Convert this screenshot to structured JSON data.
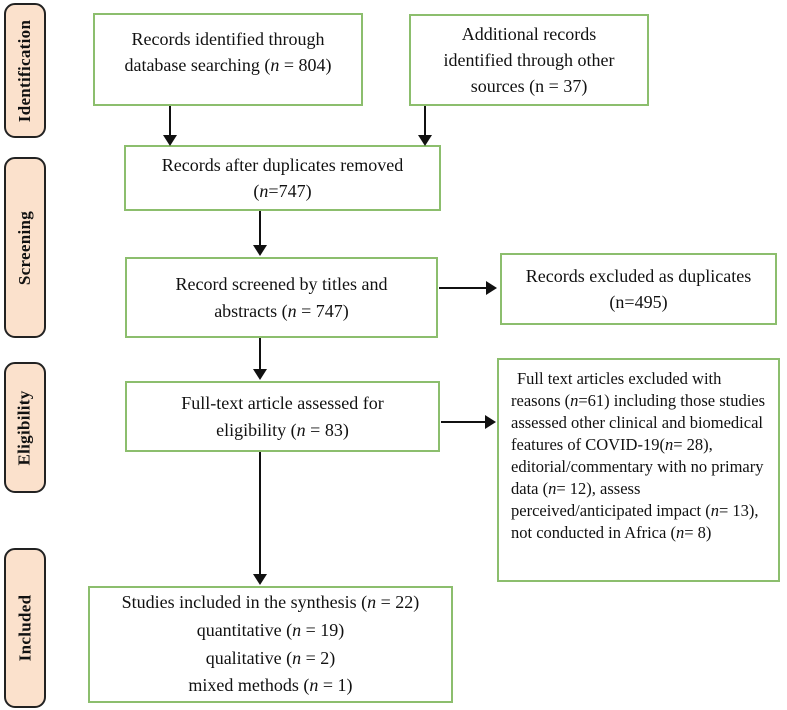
{
  "stages": [
    {
      "label": "Identification"
    },
    {
      "label": "Screening"
    },
    {
      "label": "Eligibility"
    },
    {
      "label": "Included"
    }
  ],
  "boxes": {
    "identified": {
      "lines": [
        "Records identified through",
        "database searching (n = 804)"
      ],
      "italic_n": true
    },
    "additional_sources": {
      "lines": [
        "Additional records",
        "identified through other",
        "sources (n = 37)"
      ],
      "italic_n": false
    },
    "after_duplicates": {
      "lines": [
        "Records after duplicates removed",
        "(n=747)"
      ],
      "italic_n": true
    },
    "screened": {
      "lines": [
        "Record screened by titles and",
        "abstracts (n = 747)"
      ],
      "italic_n": true
    },
    "excluded_duplicates": {
      "lines": [
        "Records excluded as duplicates",
        "(n=495)"
      ],
      "italic_n": false
    },
    "fulltext_assessed": {
      "lines": [
        "Full-text article assessed for",
        "eligibility (n = 83)"
      ],
      "italic_n": true
    },
    "fulltext_excluded": {
      "lines": [
        "Full text articles excluded with reasons (n=61) including those studies assessed other clinical and biomedical features of COVID-19(n= 28), editorial/commentary with no primary data (n= 12), assess perceived/anticipated impact (n= 13), not conducted in Africa (n= 8)"
      ],
      "italic_n": true
    },
    "included_synthesis": {
      "lines": [
        "Studies included in the synthesis (n = 22)",
        "quantitative (n = 19)",
        "qualitative (n = 2)",
        "mixed methods (n = 1)"
      ],
      "italic_n": true
    }
  },
  "counts": {
    "database_records": 804,
    "additional_records": 37,
    "after_duplicates_removed": 747,
    "screened": 747,
    "excluded_as_duplicates": 495,
    "fulltext_assessed": 83,
    "fulltext_excluded": 61,
    "excluded_clinical_biomedical": 28,
    "excluded_editorial_commentary": 12,
    "excluded_perceived_anticipated": 13,
    "excluded_not_africa": 8,
    "included_total": 22,
    "included_quantitative": 19,
    "included_qualitative": 2,
    "included_mixed_methods": 1
  },
  "colors": {
    "box_border": "#8cbe6d",
    "stage_fill": "#fbe1cc",
    "stage_border": "#222222",
    "arrow": "#111111",
    "text": "#111111",
    "background": "#ffffff"
  }
}
